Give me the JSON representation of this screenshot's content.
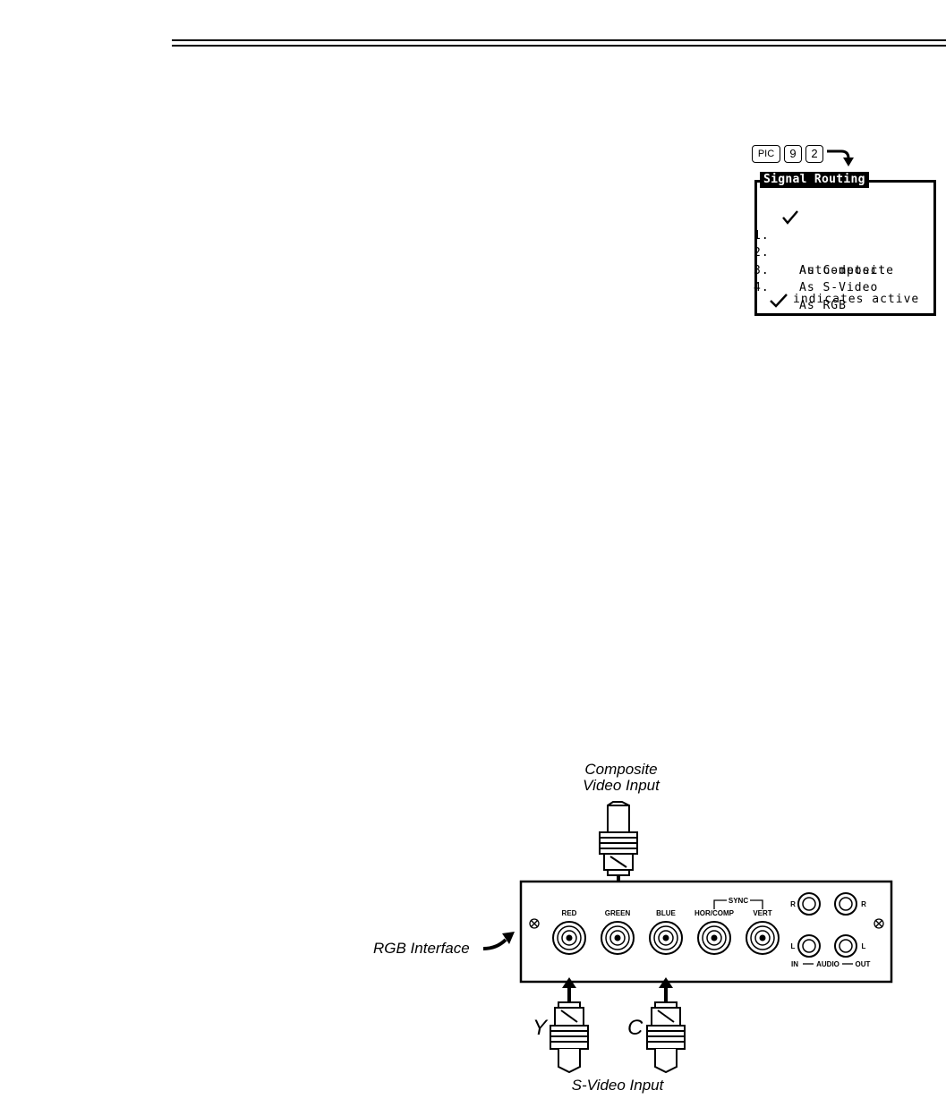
{
  "keys": [
    "PIC",
    "9",
    "2"
  ],
  "menu": {
    "title": "Signal Routing",
    "items": [
      {
        "number": "1.",
        "label": "Auto-detect",
        "active": true
      },
      {
        "number": "2.",
        "label": "As Composite",
        "active": false
      },
      {
        "number": "3.",
        "label": "As S-Video",
        "active": false
      },
      {
        "number": "4.",
        "label": "As RGB",
        "active": false
      }
    ],
    "note": "indicates active"
  },
  "diagram": {
    "composite_caption_line1": "Composite",
    "composite_caption_line2": "Video Input",
    "rgb_caption": "RGB Interface",
    "svideo_caption": "S-Video Input",
    "y_label": "Y",
    "c_label": "C",
    "port_labels": {
      "red": "RED",
      "green": "GREEN",
      "blue": "BLUE",
      "hor_comp": "HOR/COMP",
      "vert": "VERT",
      "sync": "SYNC",
      "audio": "AUDIO",
      "in": "IN",
      "out": "OUT",
      "r": "R",
      "l": "L"
    }
  }
}
